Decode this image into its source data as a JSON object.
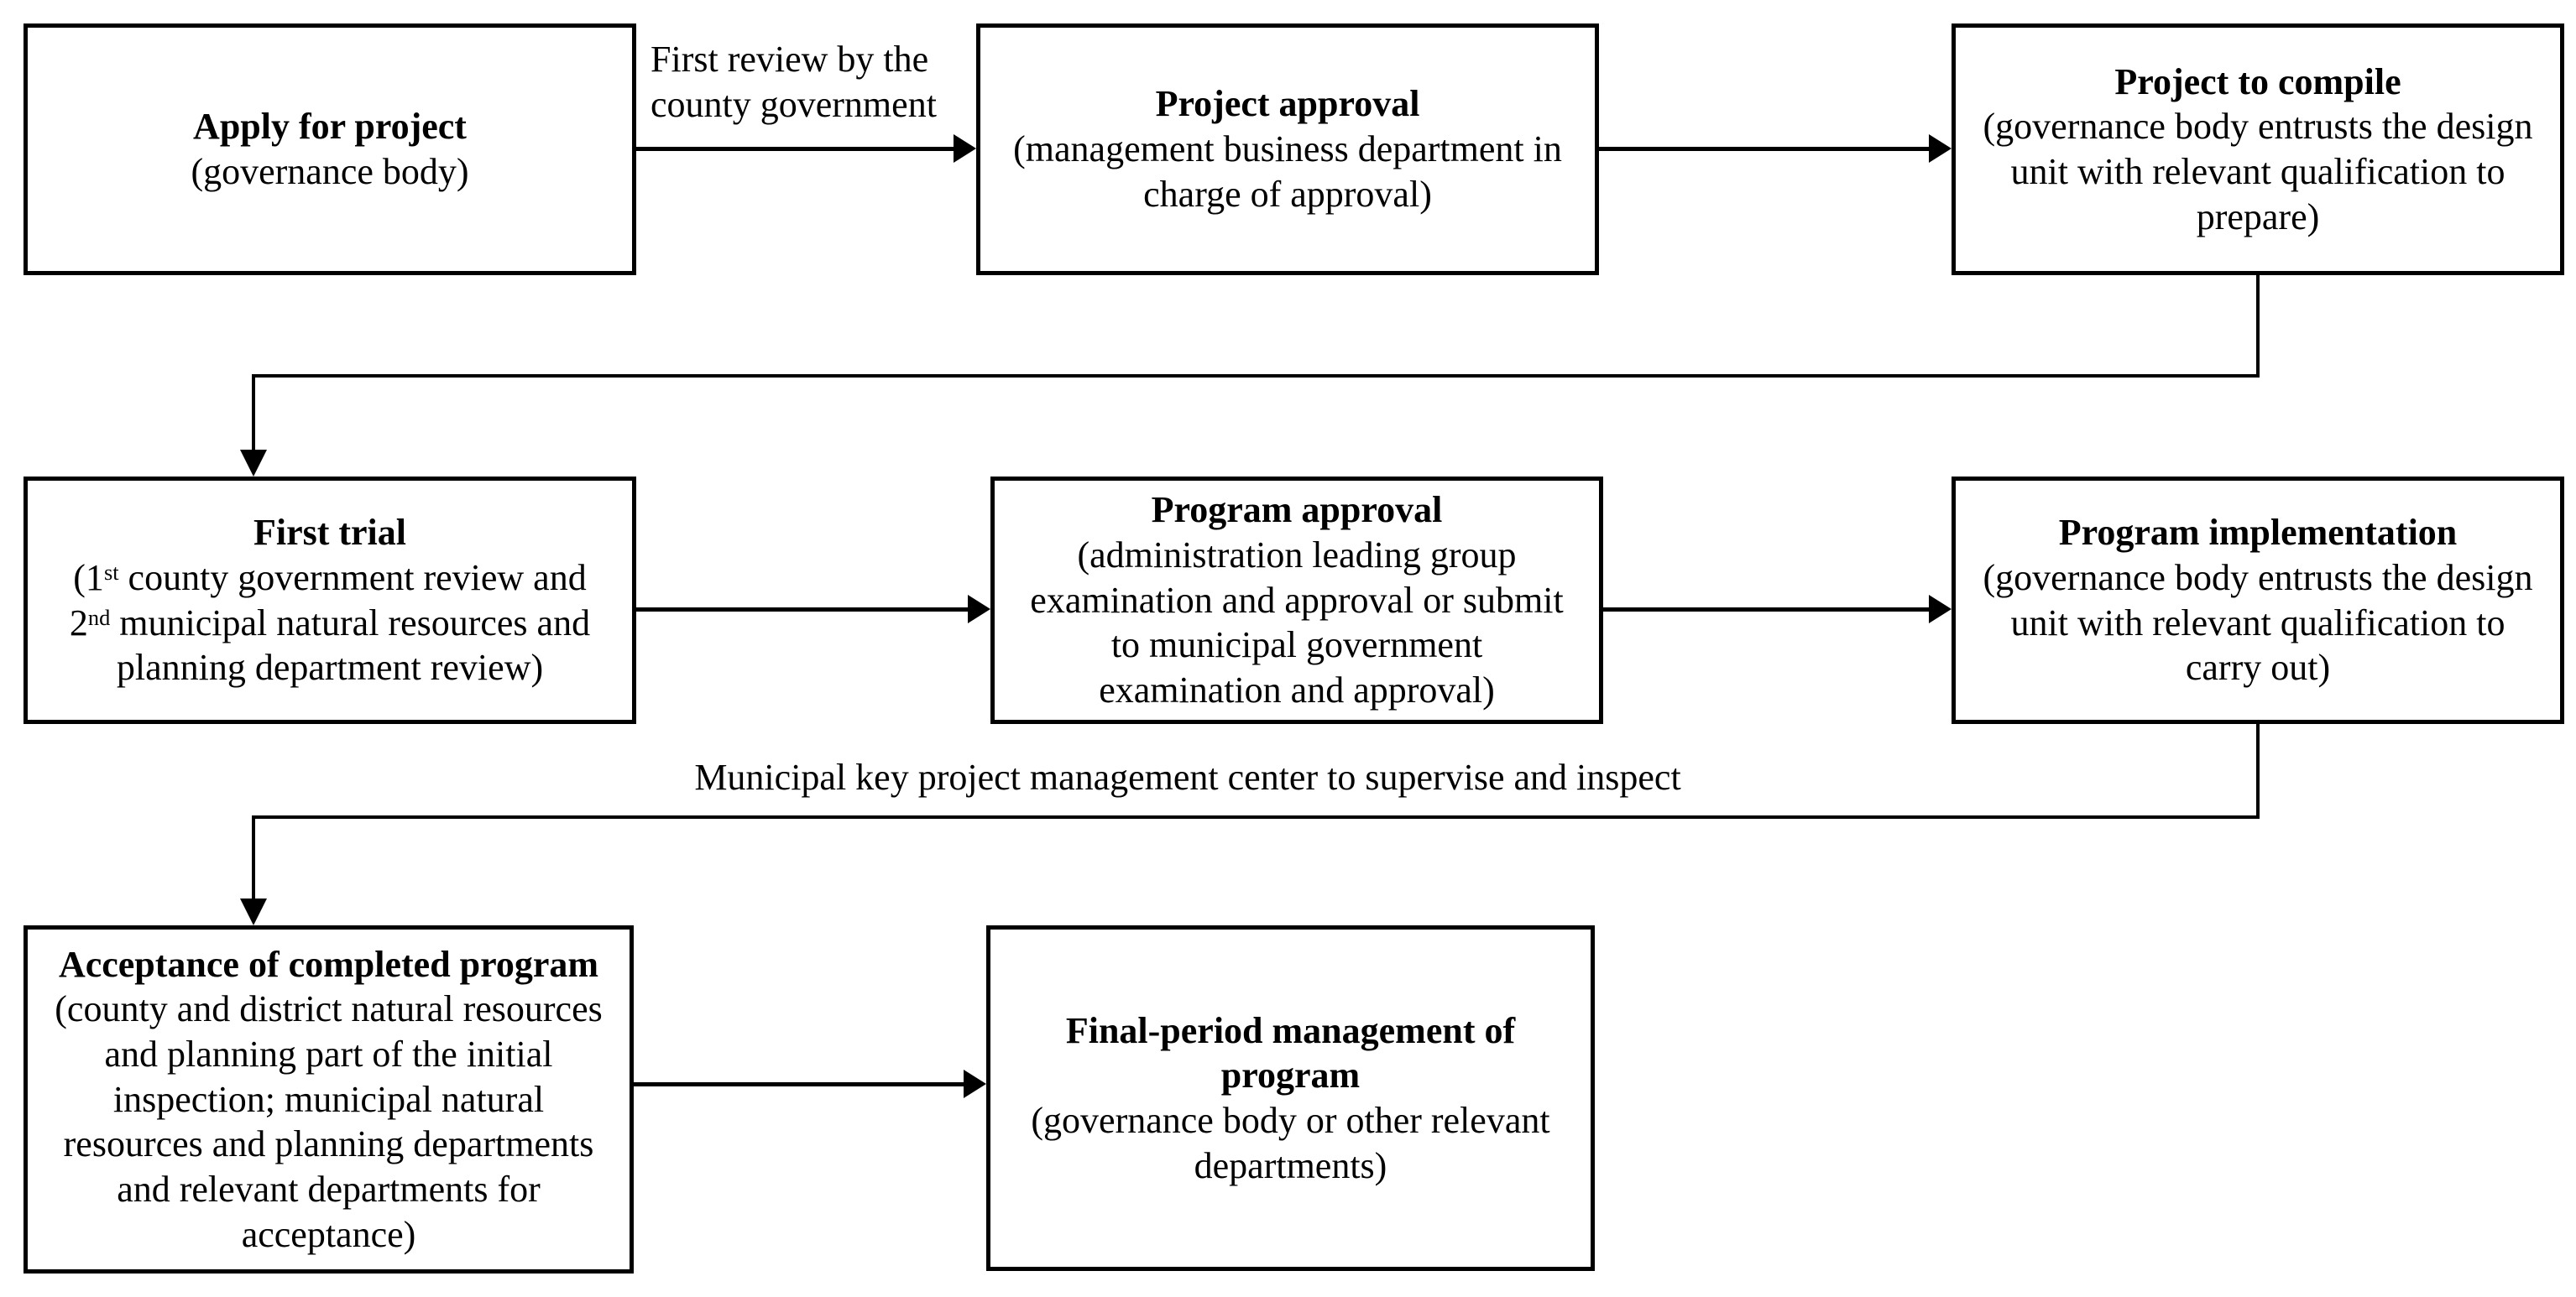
{
  "diagram": {
    "bg": "#ffffff",
    "ink": "#000000",
    "boxes": [
      {
        "id": "apply-for-project",
        "title_lines": [
          "Apply for project"
        ],
        "body_lines": [
          "(governance body)"
        ]
      },
      {
        "id": "project-approval",
        "title_lines": [
          "Project approval"
        ],
        "body_lines": [
          "(management business department in",
          "charge of approval)"
        ]
      },
      {
        "id": "project-to-compile",
        "title_lines": [
          "Project to compile"
        ],
        "body_lines": [
          "(governance body entrusts the design",
          "unit with relevant qualification to",
          "prepare)"
        ]
      },
      {
        "id": "first-trial",
        "title_lines": [
          "First trial"
        ],
        "body_lines": [
          "(1^st^ county government review and",
          "2^nd^ municipal natural resources and",
          "planning department review)"
        ]
      },
      {
        "id": "program-approval",
        "title_lines": [
          "Program approval"
        ],
        "body_lines": [
          "(administration leading group",
          "examination and approval or submit",
          "to municipal government",
          "examination and approval)"
        ]
      },
      {
        "id": "program-implementation",
        "title_lines": [
          "Program implementation"
        ],
        "body_lines": [
          "(governance body entrusts the design",
          "unit with relevant qualification to",
          "carry out)"
        ]
      },
      {
        "id": "acceptance-of-completed-program",
        "title_lines": [
          "Acceptance of completed program"
        ],
        "body_lines": [
          "(county and district natural resources",
          "and planning part of the initial",
          "inspection; municipal natural",
          "resources and planning departments",
          "and relevant departments for",
          "acceptance)"
        ]
      },
      {
        "id": "final-period-management",
        "title_lines": [
          "Final-period management of",
          "program"
        ],
        "body_lines": [
          "(governance body or other relevant",
          "departments)"
        ]
      }
    ],
    "edge_labels": {
      "first_review_lines": [
        "First review by the",
        "county government"
      ],
      "supervise_text": "Municipal key project management center to supervise and inspect"
    }
  }
}
